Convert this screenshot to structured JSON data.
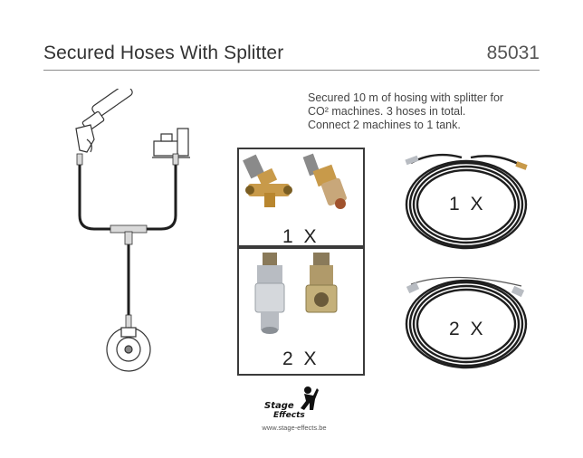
{
  "header": {
    "title": "Secured Hoses With Splitter",
    "product_code": "85031"
  },
  "description": {
    "line1": "Secured 10 m of hosing with splitter for",
    "line2": "CO² machines. 3 hoses in total.",
    "line3": "Connect 2 machines to 1 tank."
  },
  "parts": {
    "splitter_quantity": "1 X",
    "coupling_quantity": "2 X"
  },
  "hoses": {
    "single_quantity": "1 X",
    "double_quantity": "2 X"
  },
  "brand": {
    "logo_line1": "Stage",
    "logo_line2": "Effects",
    "website": "www.stage-effects.be"
  },
  "colors": {
    "hose_black": "#1e1e1e",
    "brass": "#c89a4a",
    "steel": "#b8bcc2",
    "frame": "#3a3a3a"
  }
}
